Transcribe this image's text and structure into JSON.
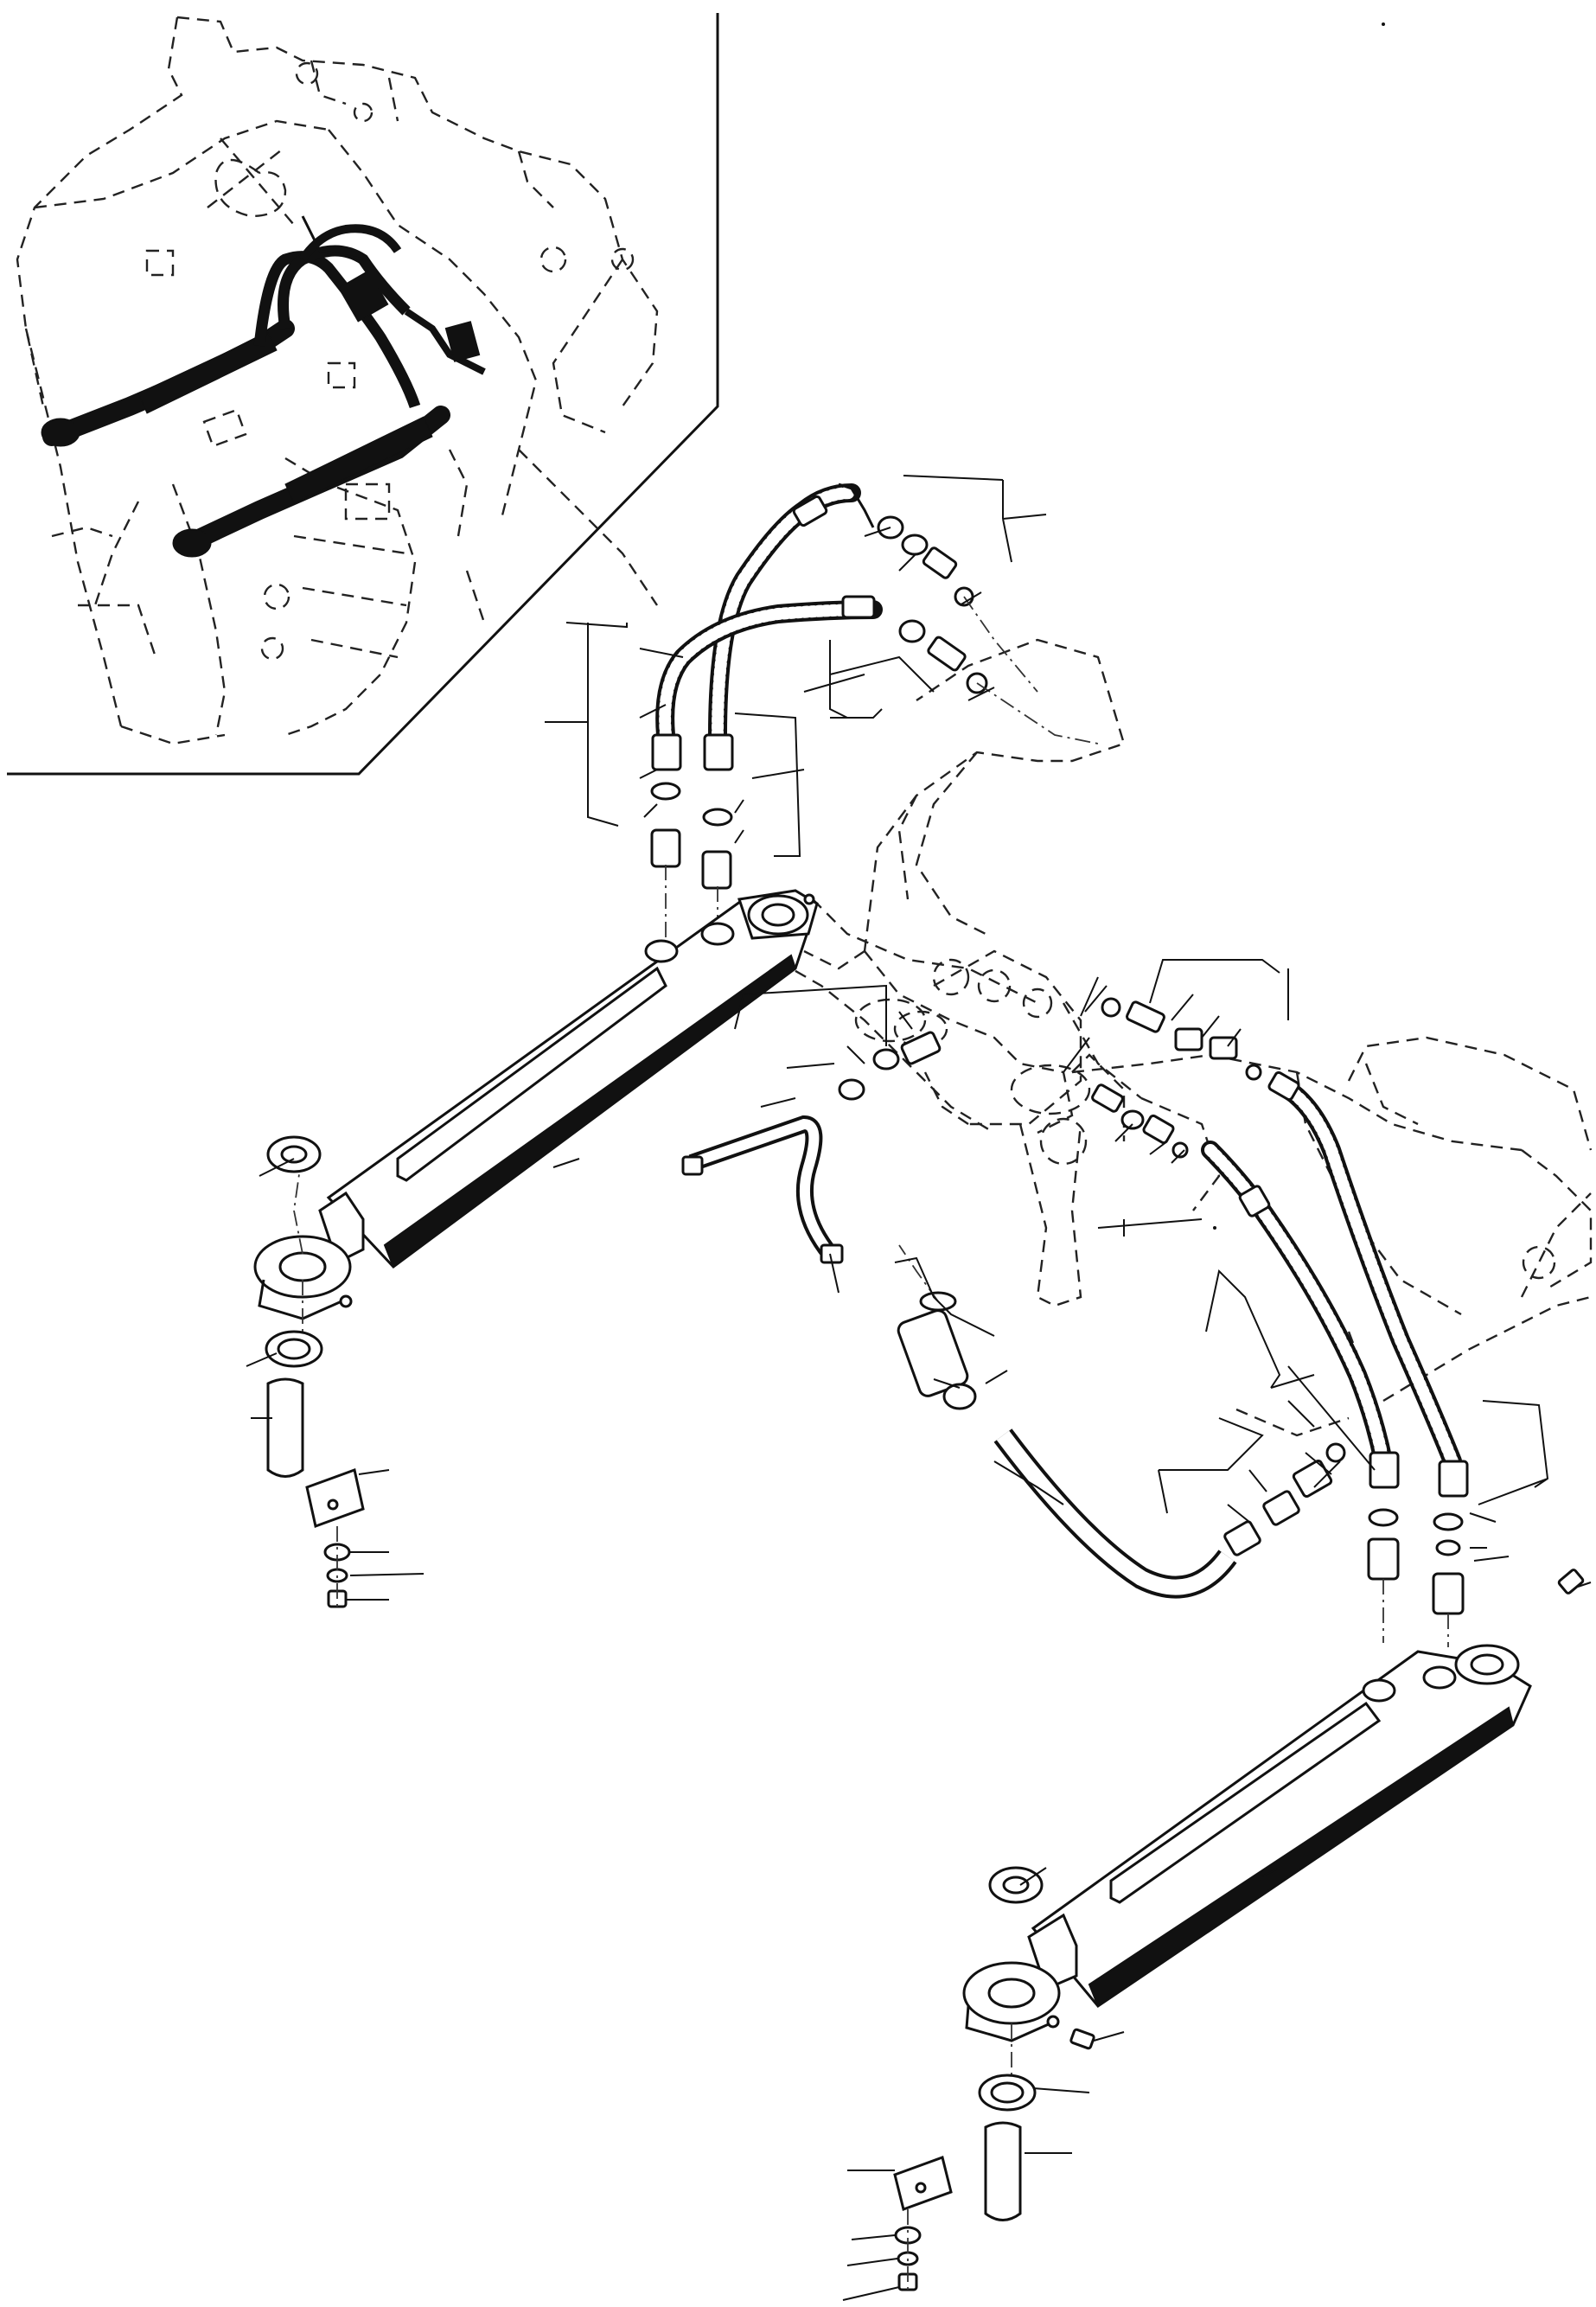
{
  "diagram": {
    "kind": "exploded parts illustration",
    "views": [
      "inset-location-view",
      "main-exploded-view"
    ],
    "colors": {
      "ink": "#111111",
      "paper": "#ffffff"
    }
  }
}
